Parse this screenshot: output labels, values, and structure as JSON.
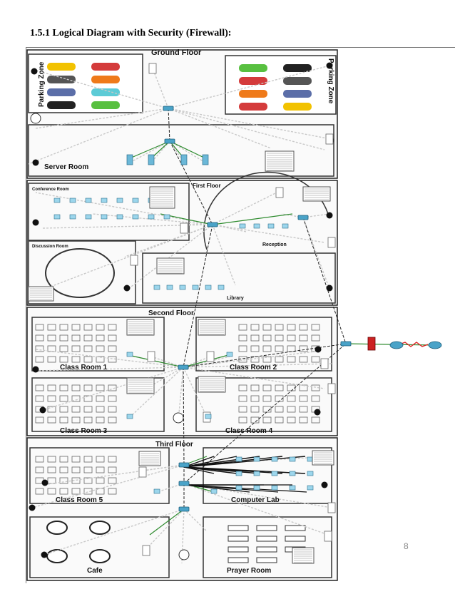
{
  "heading": "1.5.1 Logical Diagram with Security (Firewall):",
  "page_number": "8",
  "floors": {
    "ground": "Ground Floor",
    "first": "First Floor",
    "second": "Second Floor",
    "third": "Third Floor"
  },
  "rooms": {
    "parking_left": "Parking Zone",
    "parking_right": "Parking Zone",
    "server_room": "Server Room",
    "conference_room": "Conference Room",
    "discussion_room": "Discussion Room",
    "reception": "Reception",
    "library": "Library",
    "class_room_1": "Class Room 1",
    "class_room_2": "Class Room 2",
    "class_room_3": "Class Room 3",
    "class_room_4": "Class Room 4",
    "class_room_5": "Class Room 5",
    "computer_lab": "Computer Lab",
    "cafe": "Cafe",
    "prayer_room": "Prayer Room"
  },
  "colors": {
    "link_gray": "#c8c8c8",
    "link_green": "#2e8b2e",
    "link_red": "#d22",
    "link_dark": "#222",
    "device_blue": "#4aa3c8",
    "room_border": "#333333"
  }
}
